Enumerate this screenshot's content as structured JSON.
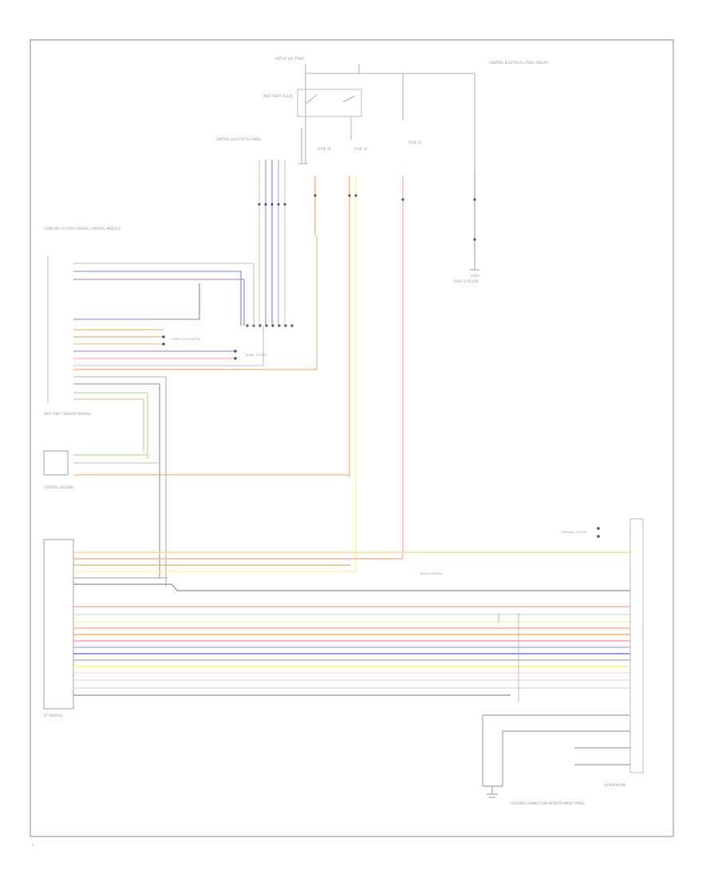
{
  "diagram": {
    "top_fuse_label": "HOT AT ALL TIMES",
    "antitheft_relay_label": "ANTI-THEFT RELAY",
    "central_elec_label": "CENTRAL ELECTRICAL PANEL",
    "central_elec_right_label": "CENTRAL ELECTRICAL PANEL (RELAY)",
    "fuse_labels": [
      "FUSE 34",
      "FUSE 45",
      "FUSE 21"
    ],
    "ground_label_top": "G300",
    "ground_top_sub": "RIGHT A-PILLAR",
    "comfort_module_label": "COMFORT SYSTEM CENTRAL CONTROL MODULE",
    "connector_labels": [
      "DOOR LOCK SYSTEM",
      "BRAKE SYSTEM"
    ],
    "antitheft_sensor_label": "ANTI-THEFT SENSOR MODULE",
    "central_lock_label": "CENTRAL LOCKING",
    "bottom_module_label": "BT MODULE",
    "security_ground_label": "BODY CONTROL",
    "right_module_label": "ALARM HORN",
    "right_connector_label": "TERMINAL (RELAY)",
    "bottom_ground_label": "GROUND CONNECTION IN INSTRUMENT PANEL",
    "page_number": "2"
  }
}
